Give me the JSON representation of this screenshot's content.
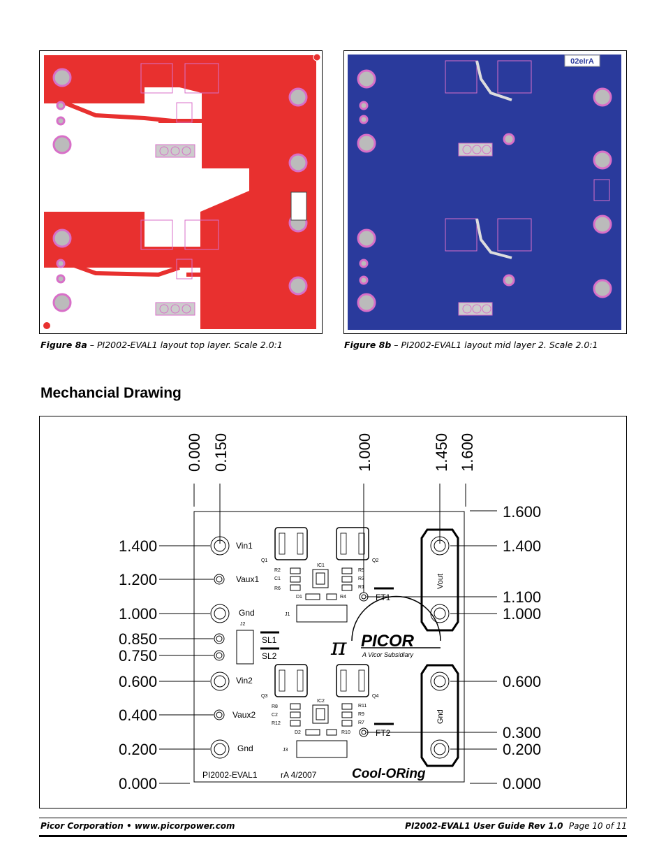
{
  "figure8a": {
    "prefix": "Figure 8a",
    "text": " – PI2002-EVAL1 layout top layer. Scale 2.0:1"
  },
  "figure8b": {
    "prefix": "Figure 8b",
    "text": " – PI2002-EVAL1 layout mid layer 2. Scale 2.0:1",
    "board_mark": "02eIrA"
  },
  "section_title": "Mechancial Drawing",
  "drawing": {
    "top_dims": [
      "0.000",
      "0.150",
      "1.000",
      "1.450",
      "1.600"
    ],
    "left_dims": [
      "1.400",
      "1.200",
      "1.000",
      "0.850",
      "0.750",
      "0.600",
      "0.400",
      "0.200",
      "0.000"
    ],
    "right_dims": [
      "1.600",
      "1.400",
      "1.100",
      "1.000",
      "0.600",
      "0.300",
      "0.200",
      "0.000"
    ],
    "labels": {
      "vin1": "Vin1",
      "vaux1": "Vaux1",
      "gnd1": "Gnd",
      "vin2": "Vin2",
      "vaux2": "Vaux2",
      "gnd2": "Gnd",
      "j1": "J1",
      "j2": "J2",
      "j3": "J3",
      "sl1": "SL1",
      "sl2": "SL2",
      "ft1": "FT1",
      "ft2": "FT2",
      "vout": "Vout",
      "gnd_conn": "Gnd",
      "q1": "Q1",
      "q2": "Q2",
      "q3": "Q3",
      "q4": "Q4",
      "ic1": "IC1",
      "ic2": "IC2",
      "r2": "R2",
      "c1": "C1",
      "r6": "R6",
      "d1": "D1",
      "r4": "R4",
      "r5": "R5",
      "r3": "R3",
      "r1": "R1",
      "r8": "R8",
      "c2": "C2",
      "r12": "R12",
      "d2": "D2",
      "r10": "R10",
      "r11": "R11",
      "r9": "R9",
      "r7": "R7",
      "board_name": "PI2002-EVAL1",
      "revision": "rA 4/2007",
      "logo_main": "PICOR",
      "logo_sub": "A Vicor Subsidiary",
      "product": "Cool-ORing"
    }
  },
  "footer": {
    "left": "Picor Corporation • www.picorpower.com",
    "right": "PI2002-EVAL1 User Guide  Rev 1.0",
    "page": "Page 10 of 11"
  },
  "colors": {
    "top_layer": "#e8302f",
    "mid_layer": "#2a3a9c",
    "pad_ring": "#d86fc8"
  }
}
